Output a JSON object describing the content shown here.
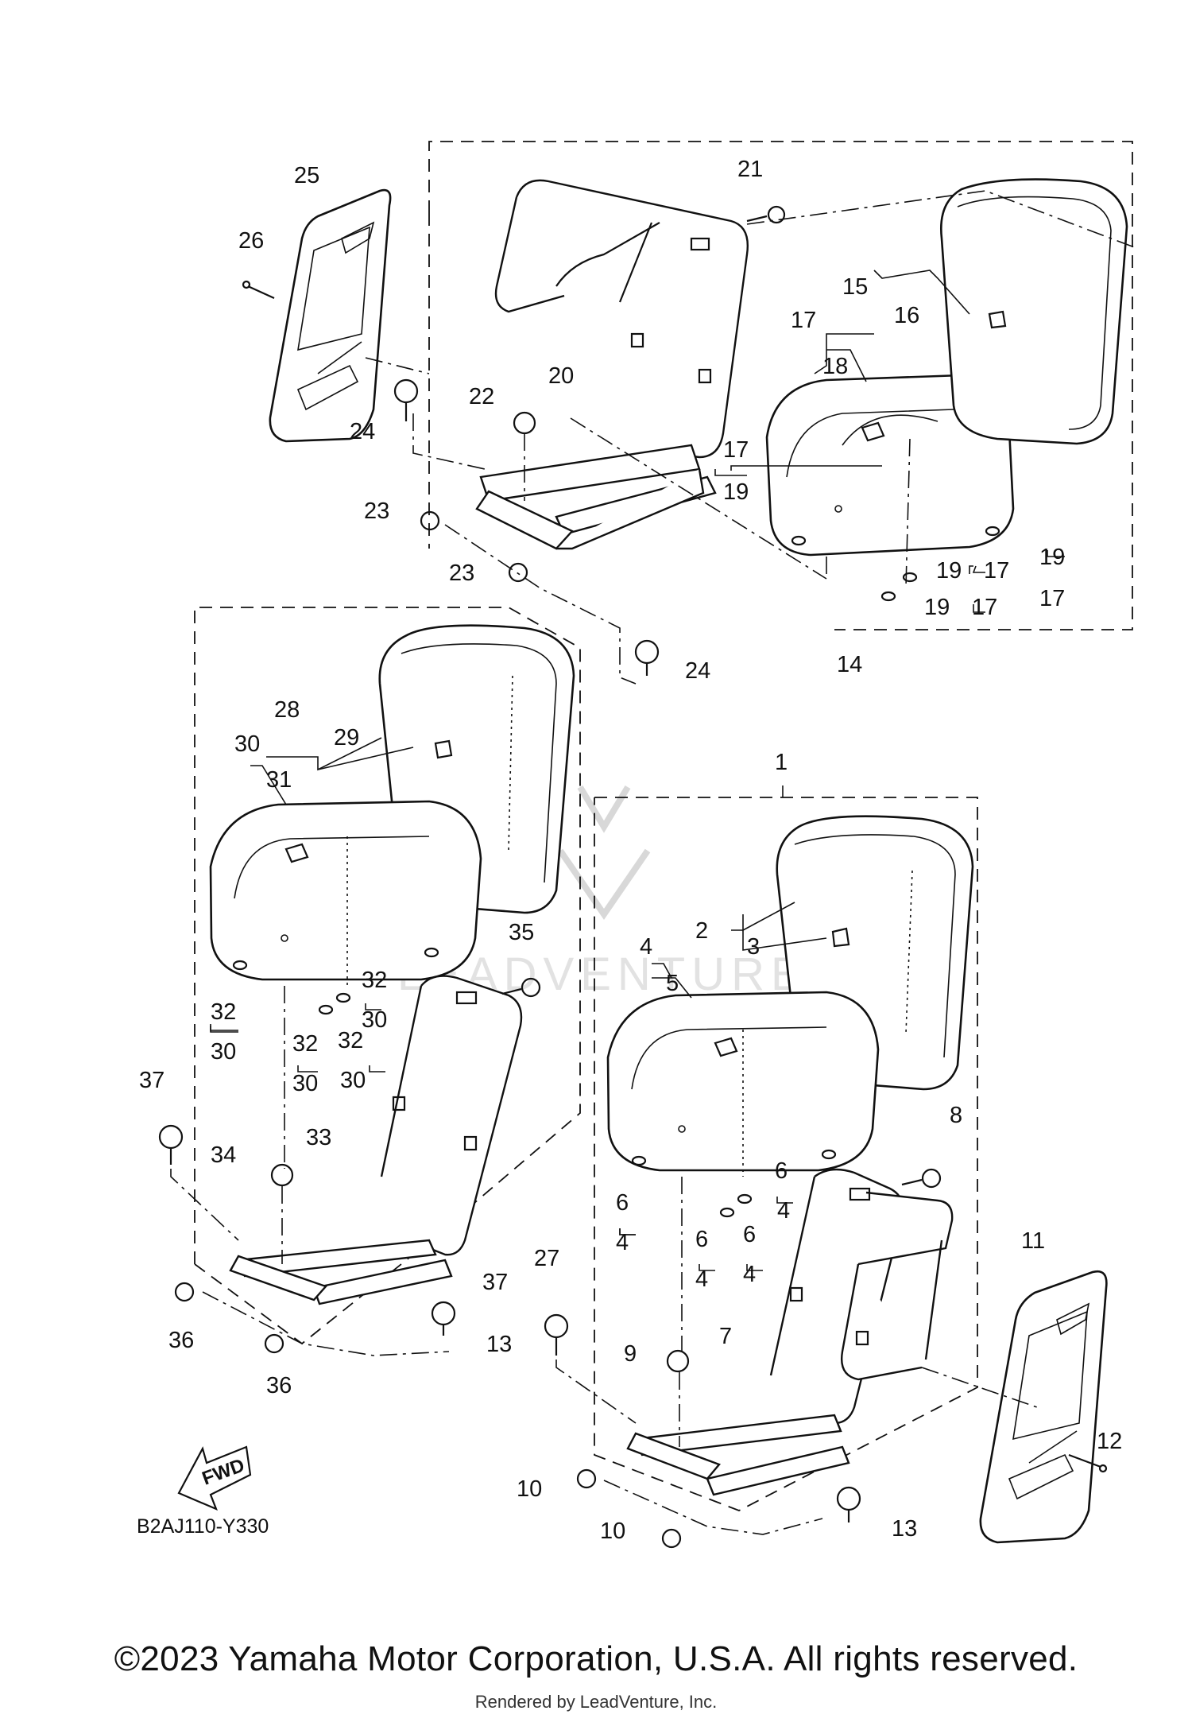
{
  "labels": {
    "l1": "1",
    "l2": "2",
    "l3": "3",
    "l4a": "4",
    "l4b": "4",
    "l4c": "4",
    "l4d": "4",
    "l4e": "4",
    "l5": "5",
    "l6a": "6",
    "l6b": "6",
    "l6c": "6",
    "l6d": "6",
    "l7": "7",
    "l8": "8",
    "l9": "9",
    "l10a": "10",
    "l10b": "10",
    "l11": "11",
    "l12": "12",
    "l13a": "13",
    "l13b": "13",
    "l14": "14",
    "l15": "15",
    "l16": "16",
    "l17a": "17",
    "l17b": "17",
    "l17c": "17",
    "l17d": "17",
    "l17e": "17",
    "l18": "18",
    "l19a": "19",
    "l19b": "19",
    "l19c": "19",
    "l19d": "19",
    "l20": "20",
    "l21": "21",
    "l22": "22",
    "l23a": "23",
    "l23b": "23",
    "l24a": "24",
    "l24b": "24",
    "l25": "25",
    "l26": "26",
    "l27": "27",
    "l28": "28",
    "l29": "29",
    "l30a": "30",
    "l30b": "30",
    "l30c": "30",
    "l30d": "30",
    "l30e": "30",
    "l31": "31",
    "l32a": "32",
    "l32b": "32",
    "l32c": "32",
    "l32d": "32",
    "l33": "33",
    "l34": "34",
    "l35": "35",
    "l36a": "36",
    "l36b": "36",
    "l37a": "37",
    "l37b": "37"
  },
  "fwd_label": "FWD",
  "diagram_code": "B2AJ110-Y330",
  "copyright": "©2023 Yamaha Motor Corporation, U.S.A. All rights reserved.",
  "rendered_by": "Rendered by LeadVenture, Inc.",
  "watermark": "LEADVENTURE"
}
